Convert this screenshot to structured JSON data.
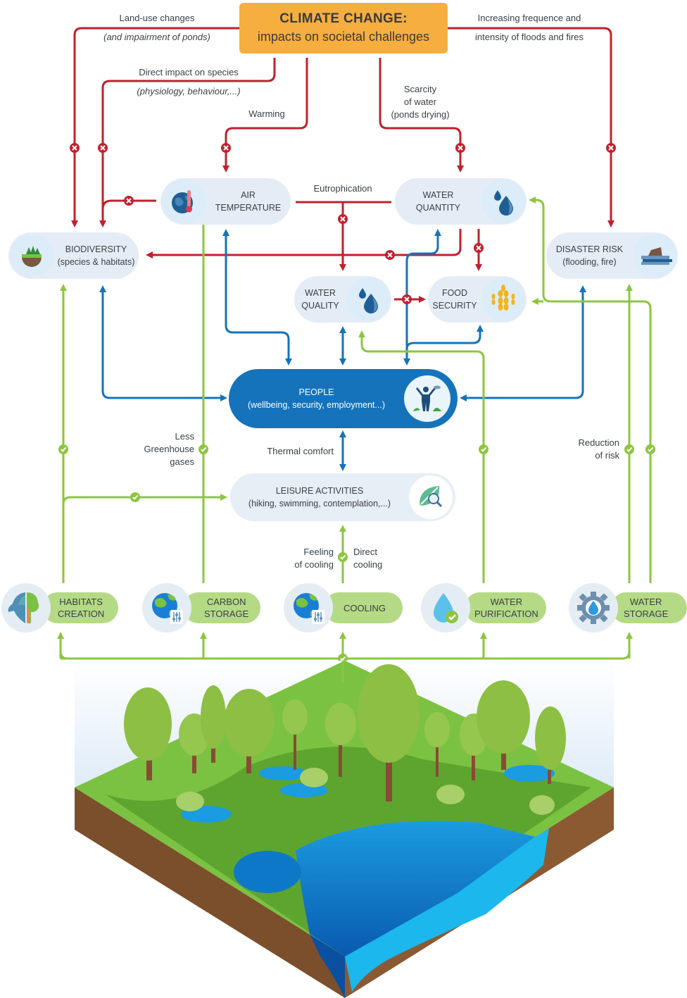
{
  "title": {
    "line1": "CLIMATE CHANGE:",
    "line2": "impacts on societal challenges"
  },
  "edge_labels": {
    "land_use_1": "Land-use changes",
    "land_use_2": "(and impairment of ponds)",
    "direct_impact_1": "Direct impact on species",
    "direct_impact_2": "(physiology, behaviour,...)",
    "warming": "Warming",
    "scarcity_1": "Scarcity",
    "scarcity_2": "of water",
    "scarcity_3": "(ponds drying)",
    "floods_1": "Increasing frequence and",
    "floods_2": "intensity of floods and fires",
    "eutrophication": "Eutrophication",
    "less_ghg_1": "Less",
    "less_ghg_2": "Greenhouse",
    "less_ghg_3": "gases",
    "thermal_comfort": "Thermal comfort",
    "reduction_risk_1": "Reduction",
    "reduction_risk_2": "of risk",
    "feeling_cooling_1": "Feeling",
    "feeling_cooling_2": "of cooling",
    "direct_cooling_1": "Direct",
    "direct_cooling_2": "cooling"
  },
  "nodes": {
    "air_temperature": {
      "line1": "AIR",
      "line2": "TEMPERATURE",
      "icon": "globe-thermometer-icon"
    },
    "water_quantity": {
      "line1": "WATER",
      "line2": "QUANTITY",
      "icon": "water-drops-icon"
    },
    "biodiversity": {
      "line1": "BIODIVERSITY",
      "line2": "(species & habitats)",
      "icon": "forest-soil-icon"
    },
    "disaster_risk": {
      "line1": "DISASTER RISK",
      "line2": "(flooding, fire)",
      "icon": "flooded-house-icon"
    },
    "water_quality": {
      "line1": "WATER",
      "line2": "QUALITY",
      "icon": "water-drops-icon"
    },
    "food_security": {
      "line1": "FOOD",
      "line2": "SECURITY",
      "icon": "wheat-icon"
    },
    "people": {
      "line1": "PEOPLE",
      "line2": "(wellbeing, security, employment...)",
      "icon": "person-cheering-icon"
    },
    "leisure": {
      "line1": "LEISURE ACTIVITIES",
      "line2": "(hiking, swimming, contemplation,...)",
      "icon": "leaf-magnifier-icon"
    }
  },
  "services": [
    {
      "line1": "HABITATS",
      "line2": "CREATION",
      "icon": "turtle-tree-icon"
    },
    {
      "line1": "CARBON",
      "line2": "STORAGE",
      "icon": "globe-sliders-icon"
    },
    {
      "line1": "COOLING",
      "line2": "",
      "icon": "globe-sliders-icon"
    },
    {
      "line1": "WATER",
      "line2": "PURIFICATION",
      "icon": "drop-check-icon"
    },
    {
      "line1": "WATER",
      "line2": "STORAGE",
      "icon": "gear-drop-icon"
    }
  ],
  "legend_colors": {
    "negative_impact": "#c0202f",
    "societal_link": "#1473bb",
    "positive_service": "#8cc63f",
    "title_box": "#f6ae3f",
    "node_bg": "#e4edf6",
    "service_bg": "#b5da85"
  },
  "illustration": {
    "subject": "isometric pond landscape with trees, reeds and water cross-section"
  }
}
